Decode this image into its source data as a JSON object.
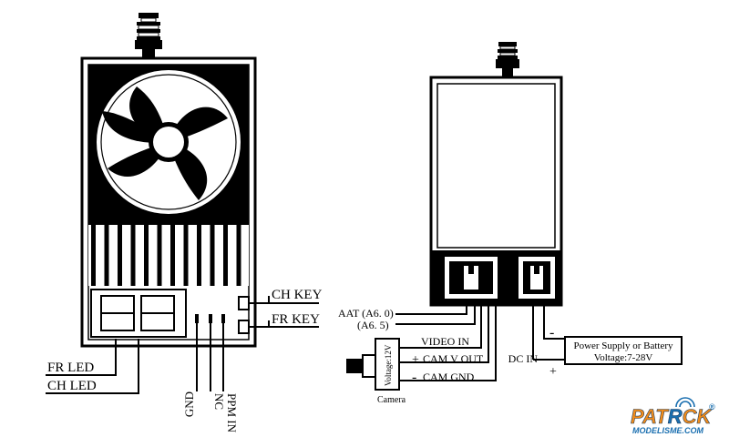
{
  "colors": {
    "ink": "#000000",
    "paper": "#ffffff",
    "logo_orange": "#f28c1a",
    "logo_blue": "#1a6fb0"
  },
  "transmitter": {
    "ch_key": "CH KEY",
    "fr_key": "FR KEY",
    "fr_led": "FR LED",
    "ch_led": "CH LED",
    "gnd": "GND",
    "nc": "NC",
    "ppm_in": "PPM IN"
  },
  "receiver": {
    "aat_a60": "AAT (A6. 0)",
    "a65": "(A6. 5)",
    "video_in": "VIDEO IN",
    "plus": "+",
    "cam_v_out": "CAM V OUT",
    "minus": "-",
    "cam_gnd": "CAM GND",
    "dc_in": "DC IN",
    "dc_minus": "-",
    "dc_plus": "+",
    "power_line1": "Power Supply or Battery",
    "power_line2": "Voltage:7-28V"
  },
  "camera": {
    "voltage": "Voltage:12V",
    "label": "Camera"
  },
  "watermark": {
    "brand_pat": "PAT",
    "brand_r": "R",
    "brand_ck": "CK",
    "registered": "®",
    "site": "MODELISME.COM"
  }
}
